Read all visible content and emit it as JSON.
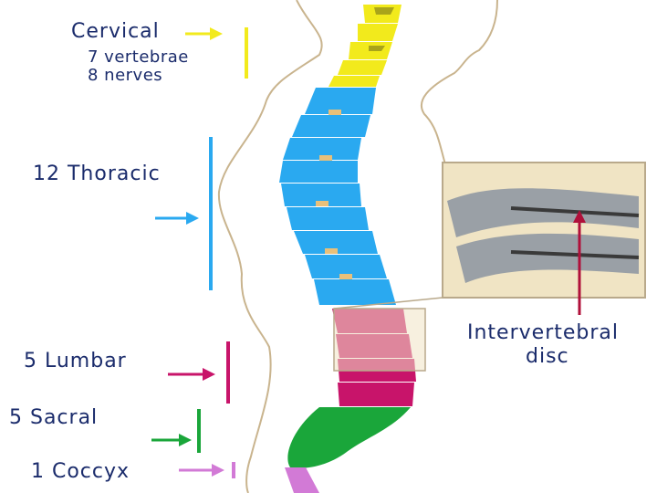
{
  "labels": {
    "cervical": "Cervical",
    "cervical_vertebrae": "7 vertebrae",
    "cervical_nerves": "8 nerves",
    "thoracic": "12 Thoracic",
    "lumbar": "5 Lumbar",
    "sacral": "5 Sacral",
    "coccyx": "1 Coccyx",
    "disc_line1": "Intervertebral",
    "disc_line2": "disc"
  },
  "colors": {
    "cervical": "#f2ea1c",
    "thoracic": "#2aa9f0",
    "lumbar": "#c8146a",
    "sacral": "#1aa63a",
    "coccyx": "#d27ad6",
    "body_outline": "#c9b48e",
    "label_text": "#1a2b6b",
    "inset_border": "#b9a98b",
    "inset_bg": "#f0e4c4",
    "disc_arrow": "#b0103a"
  }
}
